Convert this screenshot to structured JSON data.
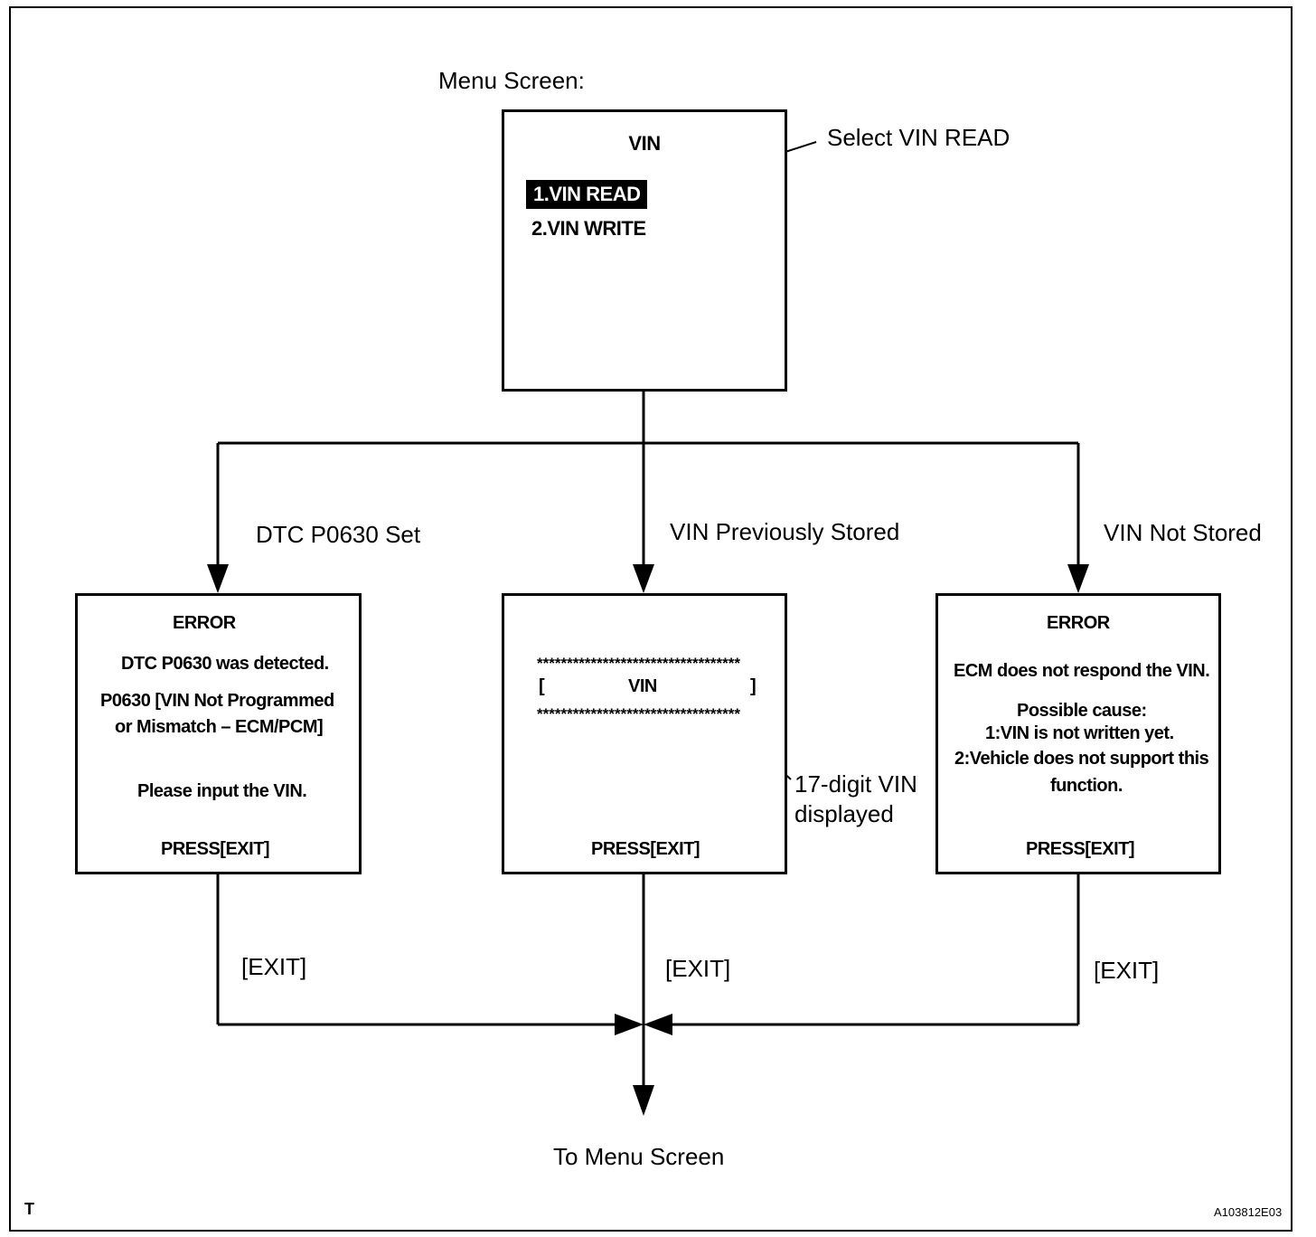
{
  "menu_label": "Menu Screen:",
  "menu": {
    "title": "VIN",
    "items": [
      "1.VIN READ",
      "2.VIN WRITE"
    ],
    "selected_index": 0
  },
  "annotations": {
    "select": "Select VIN READ",
    "vin_digits_line1": "17-digit VIN",
    "vin_digits_line2": "displayed"
  },
  "branches": {
    "left": "DTC P0630 Set",
    "middle": "VIN Previously Stored",
    "right": "VIN Not Stored"
  },
  "screens": {
    "error_dtc": {
      "title": "ERROR",
      "line1": "DTC P0630 was detected.",
      "line2": "P0630  [VIN Not Programmed",
      "line3": "or Mismatch – ECM/PCM]",
      "line4": "Please input the VIN.",
      "footer": "PRESS[EXIT]"
    },
    "vin_display": {
      "stars": "**********************************",
      "bracket_open": "[",
      "vin": "VIN",
      "bracket_close": "]",
      "footer": "PRESS[EXIT]"
    },
    "error_not_stored": {
      "title": "ERROR",
      "line1": "ECM does not respond the VIN.",
      "line2": "Possible cause:",
      "line3": "1:VIN is not written yet.",
      "line4": "2:Vehicle does not support this",
      "line5": "function.",
      "footer": "PRESS[EXIT]"
    }
  },
  "exit_labels": [
    "[EXIT]",
    "[EXIT]",
    "[EXIT]"
  ],
  "bottom_label": "To Menu Screen",
  "corner_mark": "T",
  "figure_id": "A103812E03"
}
